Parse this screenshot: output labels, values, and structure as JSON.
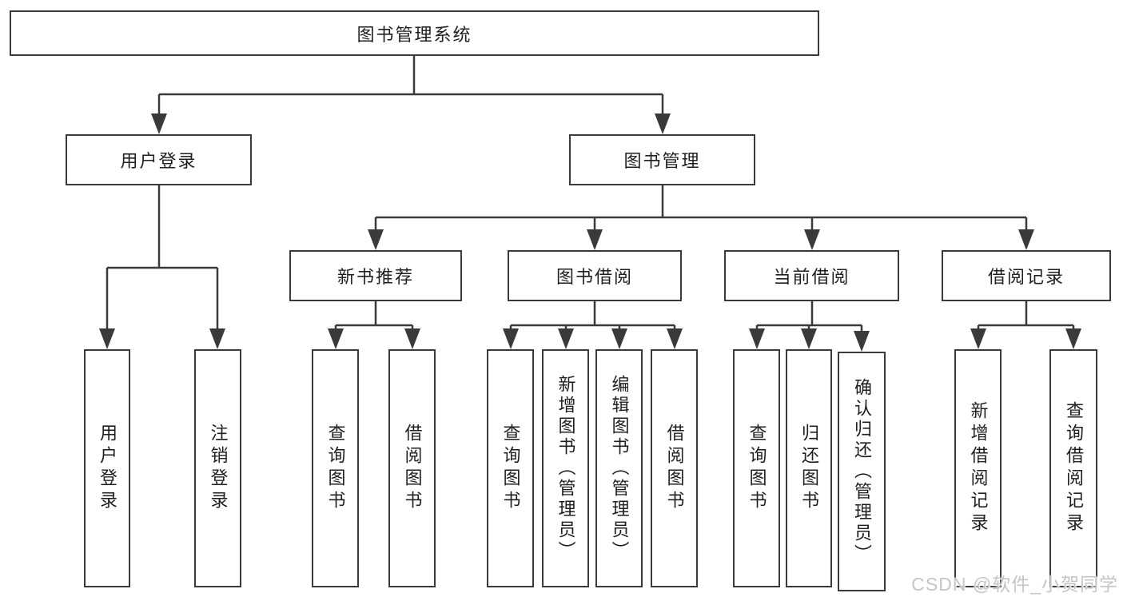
{
  "colors": {
    "line": "#3a3a3c",
    "box_border": "#3a3a3c",
    "text": "#1f1f1f",
    "watermark": "#c2c6ca",
    "background": "#ffffff"
  },
  "tree": {
    "label": "图书管理系统",
    "children": [
      {
        "label": "用户登录",
        "children": [
          {
            "label": "用户登录"
          },
          {
            "label": "注销登录"
          }
        ]
      },
      {
        "label": "图书管理",
        "children": [
          {
            "label": "新书推荐",
            "children": [
              {
                "label": "查询图书"
              },
              {
                "label": "借阅图书"
              }
            ]
          },
          {
            "label": "图书借阅",
            "children": [
              {
                "label": "查询图书"
              },
              {
                "label": "新增图书（管理员）"
              },
              {
                "label": "编辑图书（管理员）"
              },
              {
                "label": "借阅图书"
              }
            ]
          },
          {
            "label": "当前借阅",
            "children": [
              {
                "label": "查询图书"
              },
              {
                "label": "归还图书"
              },
              {
                "label": "确认归还（管理员）"
              }
            ]
          },
          {
            "label": "借阅记录",
            "children": [
              {
                "label": "新增借阅记录"
              },
              {
                "label": "查询借阅记录"
              }
            ]
          }
        ]
      }
    ]
  },
  "watermark": {
    "text": "CSDN @软件_小贺同学"
  }
}
